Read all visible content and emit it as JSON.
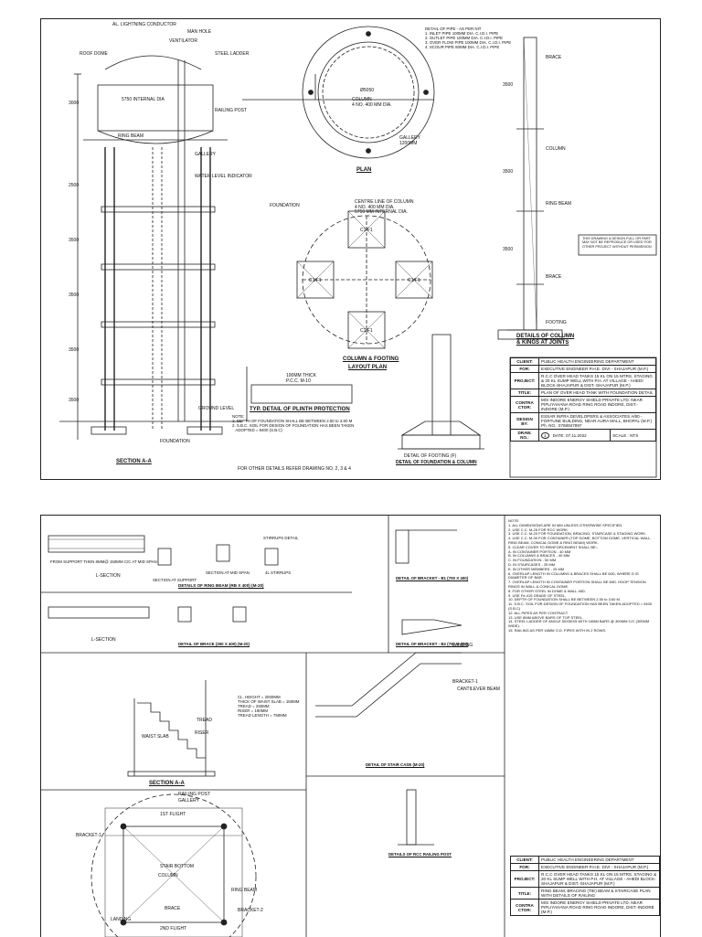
{
  "sheet1": {
    "section_title": "SECTION A-A",
    "plan_title": "PLAN",
    "column_footing_title": "COLUMN & FOOTING",
    "layout_plan_title": "LAYOUT PLAN",
    "plinth_title": "TYP. DETAIL OF PLINTH PROTECTION",
    "details_column_title_1": "DETAILS OF COLUMN",
    "details_column_title_2": "& KINGS AT JOINTS",
    "foundation_title": "DETAIL OF FOUNDATION & COLUMN",
    "footing_caption": "DETAIL OF FOOTING (F)",
    "other_details": "FOR OTHER DETAILS REFER DRAWING NO. 2, 3 & 4",
    "note": "NOTE:\n1. DEPTH OF FOUNDATION SHALL BE BETWEEN 2.50 to 3.60 M\n2. S.B.C. SOIL FOR DESIGN OF FOUNDATION HAS BEEN TAKEN\n   ADOPTED = 9400 (S.B.C)",
    "pipe_detail": "DETAIL OF PIPE - AS PER NIT\n1. INLET PIPE 100MM DIA. C.I.D.I. PIPE\n2. OUTLET PIPE 100MM DIA. C.I.D.I. PIPE\n3. OVER FLOW PIPE 100MM DIA. C.I.D.I. PIPE\n4. SCOUR PIPE 80MM DIA. C.I.D.I. PIPE",
    "plan_labels": {
      "column": "COLUMN\n4 NO. 400 MM DIA.",
      "gallery": "GALLERY\n1200MM",
      "dia": "Ø5050"
    },
    "section_labels": [
      "AL. LIGHTNING CONDUCTOR",
      "MAN HOLE",
      "ROOF DOME",
      "VENTILATOR",
      "STEEL LADDER",
      "RAILING POST",
      "GALLERY",
      "WATER LEVEL INDICATOR",
      "GROUND LEVEL",
      "FOUNDATION",
      "RING BEAM",
      "5750 INTERNAL DIA"
    ],
    "section_dims": [
      "3000",
      "3500",
      "3500",
      "3500",
      "3500",
      "2500"
    ],
    "footing_labels": [
      "C1/F1",
      "C1/F1",
      "C1/F1",
      "C1/F1"
    ],
    "layout_labels": {
      "foundation": "FOUNDATION",
      "centre_line": "CENTRE LINE OF COLUMN\n4 NO. 400 MM DIA.\n5750 MM INTERNAL DIA."
    },
    "plinth_labels": "100MM THICK\nP.C.C. M-10",
    "column_detail_labels": [
      "BRACE",
      "COLUMN",
      "RING BEAM",
      "FOOTING",
      "BRACE"
    ],
    "column_detail_dims": [
      "3500",
      "3500",
      "3500"
    ],
    "disclaimer": "THIS DRAWING & DESIGN FULL OR PART MAY NOT BE REPRODUCE OR USED FOR OTHER PROJECT WITHOUT PERMISSION",
    "title_block": {
      "client_key": "CLIENT:",
      "client": "PUBLIC HEALTH ENGINEERING DEPARTMENT",
      "for_key": "FOR:",
      "for": "EXECUTIVE ENGINEER P.H.E. DIVI - SHAJAPUR (M.P.)",
      "project_key": "PROJECT:",
      "project": "R.C.C OVER HEAD TANKS 15 KL ON 15 MTRS. STAGING & 20 KL SUMP WELL WITH P.H. AT VILLAGE - AHEDI BLOCK-SHAJAPUR & DIST.-SHAJAPUR (M.P.)",
      "title_key": "TITLE:",
      "title": "PLAN OF OVER HEAD TANK WITH FOUNDATION DETAIL",
      "contractor_key": "CONTRA CTOR:",
      "contractor": "M/S INDORE ENERGY SHIELD PRIVATE LTD. NEAR PIPLIYAHANA ROAD RING ROAD INDORE, DIST.-INDORE (M.P.)",
      "design_key": "DESIGN BY:",
      "design": "ESSAR INFRA DEVELOPERS & ASSOCIATES A/80 - FORTUNE BUILDING, NEAR AURA MALL, BHOPAL (M.P.) Ph. NO.: 0768947897",
      "drawno_key": "DRAW. NO.:",
      "drawno": "1",
      "date": "DATE: 07.11.2022",
      "scale": "SCALE : NTS"
    }
  },
  "sheet2": {
    "ring_beam_title": "DETAILS OF RING BEAM (RB X 400) (M-20)",
    "l_section_1": "L-SECTION",
    "section_support": "SECTION AT SUPPORT",
    "section_mid": "SECTION AT MID SPAN",
    "stirrups_detail": "STIRRUPS DETAIL",
    "stirrups": "4L STIRRUPS",
    "bracket_b1_title": "DETAIL OF BRACKET - B1 (700 X 400)",
    "bracket_b2_title": "DETAIL OF BRACKET - B2 (700 X 400)",
    "brace_title": "DETAIL OF BRACE (300 X 400) (M-20)",
    "l_section_2": "L-SECTION",
    "section_aa": "SECTION A-A",
    "staircase_title": "DETAIL OF STAIR CASE (M-20)",
    "railing_title": "DETAILS OF RCC RAILING POST",
    "ring_beam_note": "FROM SUPPORT THEN 8MM@ 150MM C/C AT MID SPAN",
    "stair_spec": "CL. HEIGHT = 2000MM\nTHICK OF WAIST SLAB = 150MM\nTREAD = 250MM\nRISER = 190MM\nTREAD LENGTH = 750MM",
    "stair_labels": [
      "LANDING",
      "BRACKET-1",
      "CANTILEVER BEAM",
      "WAIST SLAB",
      "TREAD",
      "RISER"
    ],
    "plan_labels": [
      "BRACKET-1",
      "BRACKET-2",
      "BRACE",
      "COLUMN",
      "STAIR BOTTOM",
      "RING BEAM",
      "1ST FLIGHT",
      "2ND FLIGHT",
      "LANDING",
      "GALLERY",
      "RAILING POST"
    ],
    "notes_title": "NOTE:",
    "notes": [
      "1. ALL DIMENSIONS ARE IN MM UNLESS OTHERWISE SPECIFIED.",
      "2. USE C.C. M-25 FOR RCC WORK.",
      "3. USE C.C. M-20 FOR FOUNDATION, BRACING, STAIRCASE & STAGING WORK.",
      "4. USE C.C. M-30 FOR CONTAINER (TOP DOME, BOTTOM DOME, VERTICAL WALL, RING BEAM, CONICAL DOME & RING BEAM) WORK.",
      "5. CLEAR COVER TO REINFORCEMENT SHALL BE:-",
      "   A. IN CONTAINER PORTION - 40 MM",
      "   B. IN COLUMNS & BRACES - 40 MM",
      "   C. IN FOUNDATION - 50 MM",
      "   D. IN STAIRCASES - 25 MM",
      "   E. IN OTHER MEMBERS - 25 MM",
      "6. OVERLAP LENGTH IN COLUMNS & BRACES SHALL BE 60D, WHERE D IS DIAMETER OF BAR.",
      "7. OVERLAP LENGTH IN CONTAINER PORTION SHALL BE 60D. HOOP TENSION RINGS IN WALL & CONICAL DOME.",
      "8. FOR OTHER STEEL IN DOME & WALL 45D.",
      "9. USE Fe-415 GRADE OF STEEL.",
      "10. DEPTH OF FOUNDATION SHALL BE BETWEEN 2.50 to 3.60 M.",
      "11. S.B.C. SOIL FOR DESIGN OF FOUNDATION HAS BEEN TAKEN ADOPTED = 9400 (S.B.C)",
      "12. ALL PIPES AS PER CONTRACT.",
      "13. USE 8MM ABOVE BARS OF TOP STEEL.",
      "14. STEEL LADDER OF ANGLE 50X50X5 WITH 16MM BARS @ 300MM C/C (300MM WIDE).",
      "15. RAILING AS PER 16MM O.D. PIPES WITH IN 2 ROWS."
    ],
    "title_block": {
      "client_key": "CLIENT:",
      "client": "PUBLIC HEALTH ENGINEERING DEPARTMENT",
      "for_key": "FOR:",
      "for": "EXECUTIVE ENGINEER P.H.E. DIVI - SHAJAPUR (M.P.)",
      "project_key": "PROJECT:",
      "project": "R.C.C OVER HEAD TANKS 15 KL ON 15 MTRS. STAGING & 20 KL SUMP WELL WITH P.H. AT VILLAGE - AHEDI BLOCK-SHAJAPUR & DIST.-SHAJAPUR (M.P.)",
      "title_key": "TITLE:",
      "title": "RING BEAM, BRACING (TIE) BEAM & STAIRCASE PLAN WITH DETAILS OF RAILING",
      "contractor_key": "CONTRA CTOR:",
      "contractor": "M/S INDORE ENERGY SHIELD PRIVATE LTD. NEAR PIPLIYAHANA ROAD RING ROAD INDORE, DIST.-INDORE (M.P.)"
    }
  }
}
